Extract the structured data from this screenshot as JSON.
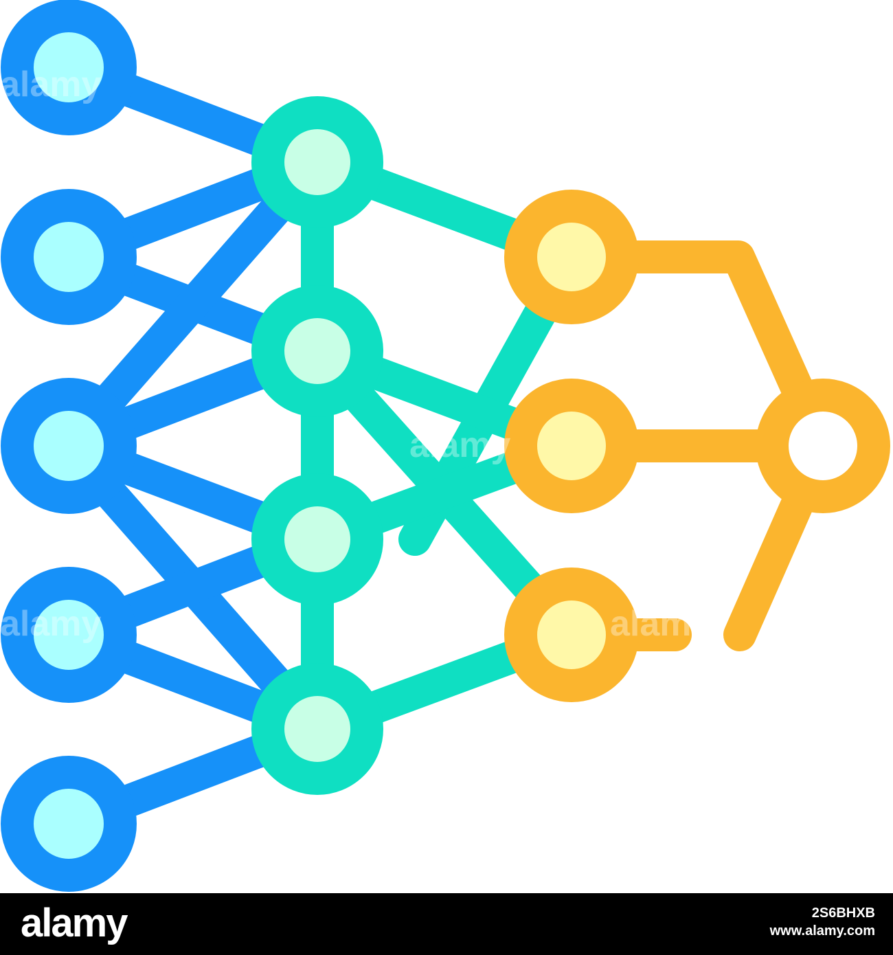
{
  "colors": {
    "input_layer_stroke": "#1691f9",
    "input_layer_fill": "#aaffff",
    "hidden_layer_stroke": "#0fdfc2",
    "hidden_layer_fill": "#c8ffe6",
    "output_layer_stroke": "#fbb52e",
    "output_layer_fill": "#fff8a8",
    "final_node_fill": "#ffffff",
    "footer_background": "#000000",
    "footer_text": "#ffffff"
  },
  "diagram": {
    "description_layers": [
      "input",
      "hidden",
      "output",
      "final"
    ],
    "input_node_count": 5,
    "hidden_node_count": 4,
    "output_node_count": 3,
    "final_node_count": 1
  },
  "watermark": {
    "text": "alamy"
  },
  "footer": {
    "brand": "alamy",
    "image_id": "2S6BHXB",
    "url": "www.alamy.com"
  }
}
